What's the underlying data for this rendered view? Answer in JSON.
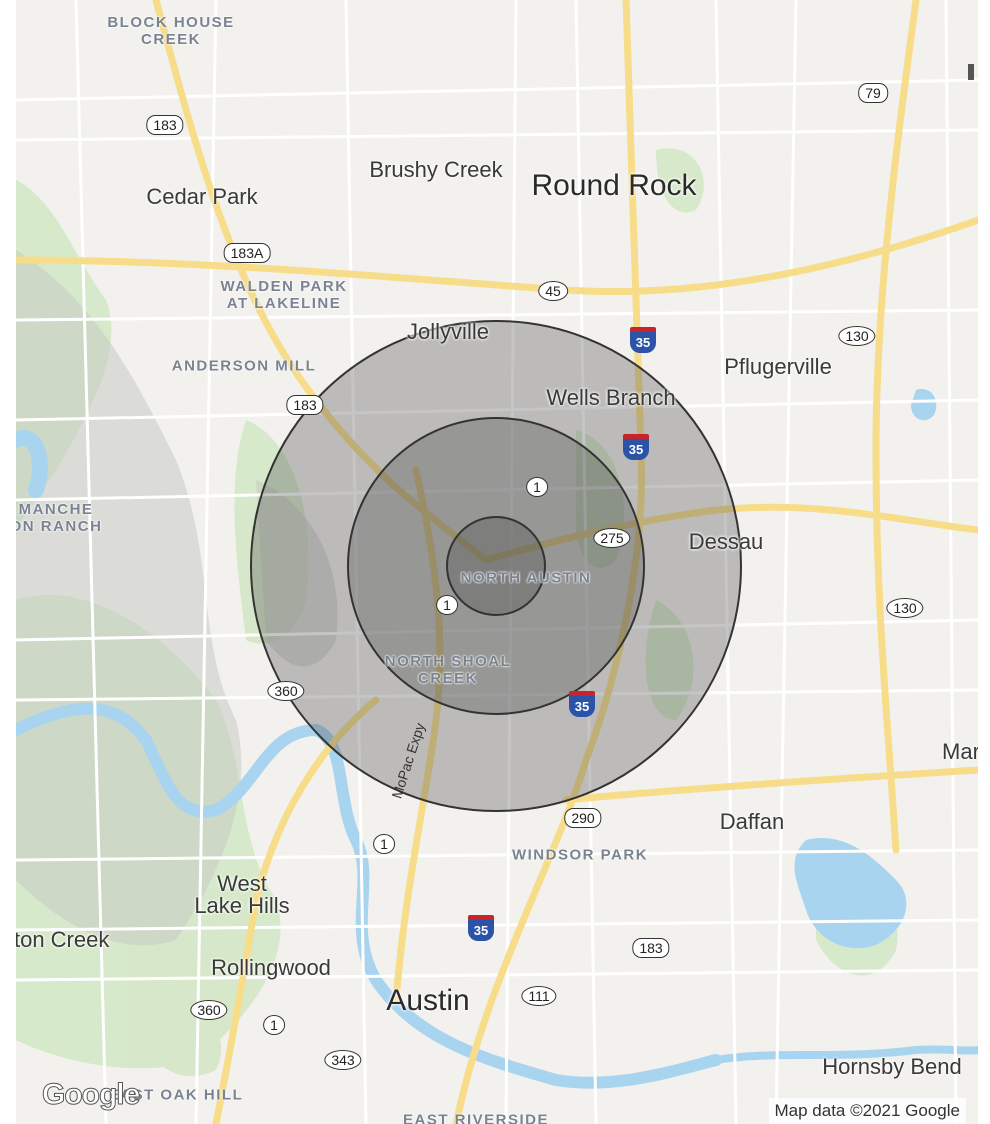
{
  "map": {
    "cities": [
      {
        "id": "round-rock",
        "label": "Round Rock"
      },
      {
        "id": "cedar-park",
        "label": "Cedar Park"
      },
      {
        "id": "brushy-creek",
        "label": "Brushy Creek"
      },
      {
        "id": "jollyville",
        "label": "Jollyville"
      },
      {
        "id": "pflugerville",
        "label": "Pflugerville"
      },
      {
        "id": "wells-branch",
        "label": "Wells Branch"
      },
      {
        "id": "dessau",
        "label": "Dessau"
      },
      {
        "id": "daffan",
        "label": "Daffan"
      },
      {
        "id": "west-lake-hills",
        "label": "West\nLake Hills"
      },
      {
        "id": "barton-creek",
        "label": "rton Creek"
      },
      {
        "id": "rollingwood",
        "label": "Rollingwood"
      },
      {
        "id": "austin",
        "label": "Austin"
      },
      {
        "id": "hornsby-bend",
        "label": "Hornsby Bend"
      },
      {
        "id": "manor",
        "label": "Mar"
      }
    ],
    "neighborhoods": [
      {
        "id": "block-house-creek",
        "label": "BLOCK HOUSE\nCREEK"
      },
      {
        "id": "walden-park",
        "label": "WALDEN PARK\nAT LAKELINE"
      },
      {
        "id": "anderson-mill",
        "label": "ANDERSON MILL"
      },
      {
        "id": "comanche-canyon-ranch",
        "label": "MANCHE\nON RANCH"
      },
      {
        "id": "north-austin",
        "label": "NORTH AUSTIN"
      },
      {
        "id": "north-shoal-creek",
        "label": "NORTH SHOAL\nCREEK"
      },
      {
        "id": "windsor-park",
        "label": "WINDSOR PARK"
      },
      {
        "id": "east-oak-hill",
        "label": "EAST OAK HILL"
      },
      {
        "id": "east-riverside",
        "label": "EAST RIVERSIDE"
      }
    ],
    "shields": [
      {
        "id": "us-183-nw",
        "label": "183",
        "kind": "us"
      },
      {
        "id": "183a",
        "label": "183A",
        "kind": "us"
      },
      {
        "id": "us-79",
        "label": "79",
        "kind": "us"
      },
      {
        "id": "sh-45",
        "label": "45",
        "kind": "state"
      },
      {
        "id": "sh-130-n",
        "label": "130",
        "kind": "state"
      },
      {
        "id": "us-183-mid",
        "label": "183",
        "kind": "us"
      },
      {
        "id": "loop-1-n",
        "label": "1",
        "kind": "state"
      },
      {
        "id": "sh-275",
        "label": "275",
        "kind": "state"
      },
      {
        "id": "loop-1-mid",
        "label": "1",
        "kind": "state"
      },
      {
        "id": "sh-130-s",
        "label": "130",
        "kind": "state"
      },
      {
        "id": "loop-360-n",
        "label": "360",
        "kind": "state"
      },
      {
        "id": "us-290",
        "label": "290",
        "kind": "us"
      },
      {
        "id": "loop-1-s",
        "label": "1",
        "kind": "state"
      },
      {
        "id": "us-183-s",
        "label": "183",
        "kind": "us"
      },
      {
        "id": "fm-111",
        "label": "111",
        "kind": "state"
      },
      {
        "id": "loop-360-s",
        "label": "360",
        "kind": "state"
      },
      {
        "id": "loop-1-sw",
        "label": "1",
        "kind": "state"
      },
      {
        "id": "fm-343",
        "label": "343",
        "kind": "state"
      }
    ],
    "interstates": [
      {
        "id": "i35-a",
        "label": "35"
      },
      {
        "id": "i35-b",
        "label": "35"
      },
      {
        "id": "i35-c",
        "label": "35"
      },
      {
        "id": "i35-d",
        "label": "35"
      }
    ],
    "road_labels": [
      {
        "id": "mopac",
        "label": "MoPac Expy"
      }
    ],
    "radius_rings": {
      "count": 3,
      "fill_color": "#4a4a4a",
      "stroke_color": "#333333"
    },
    "colors": {
      "land": "#f2f1ee",
      "water": "#a8d4f0",
      "park": "#cfe7c0",
      "road": "#ffffff",
      "highway": "#fbe6a2"
    },
    "logo": "Google",
    "attribution": "Map data ©2021 Google"
  }
}
